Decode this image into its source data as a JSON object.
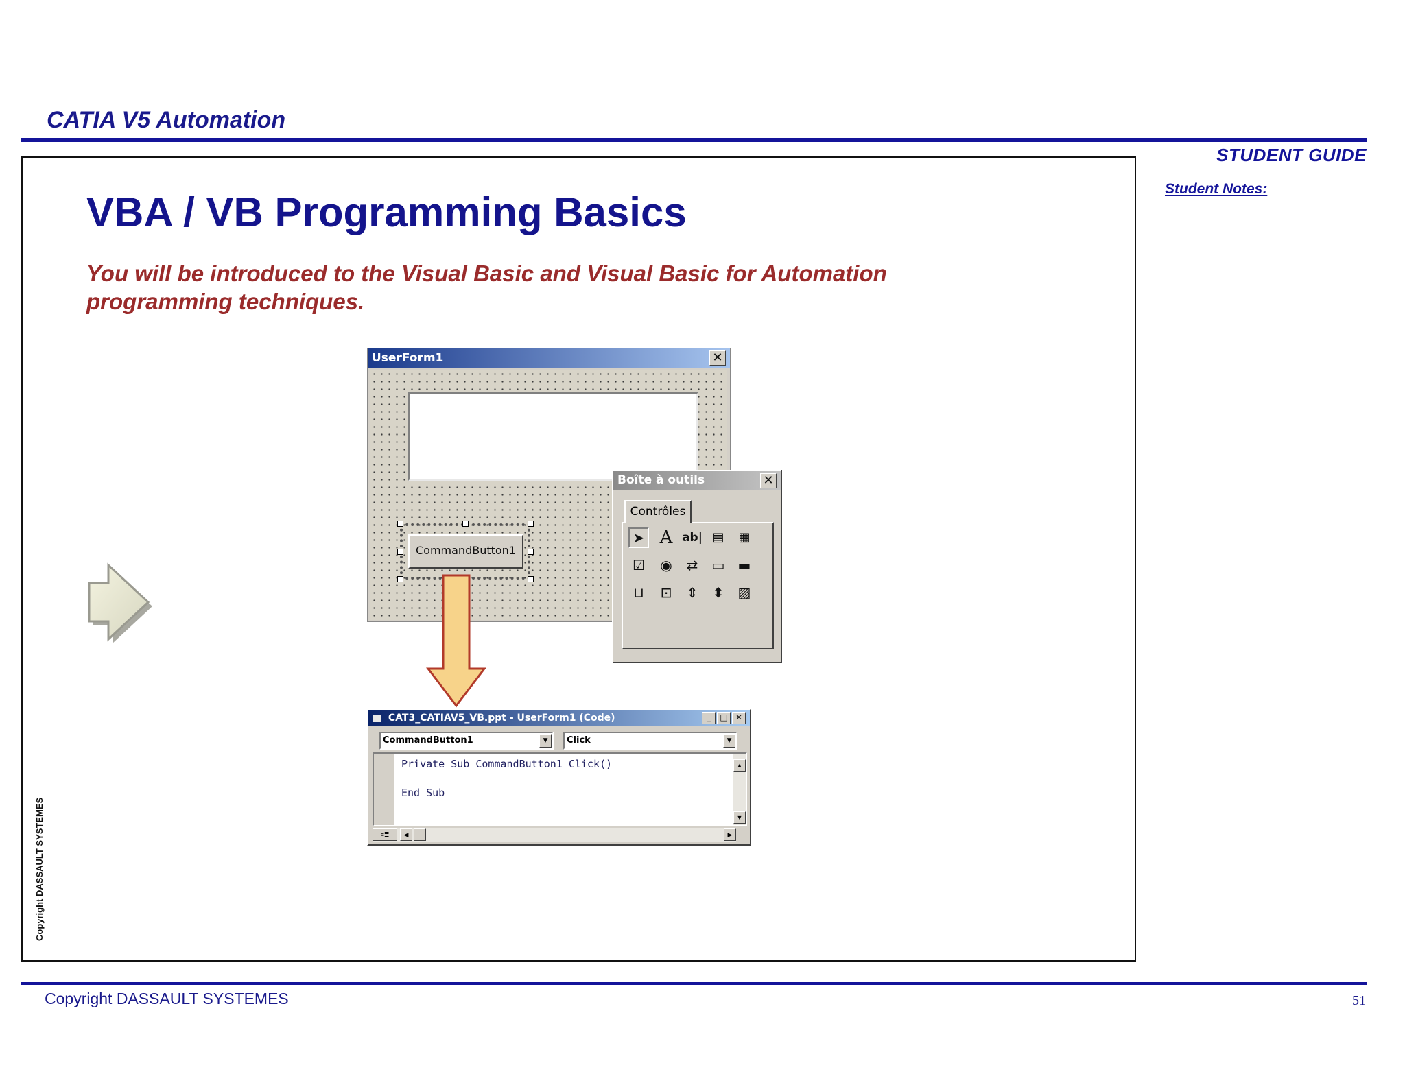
{
  "header": {
    "course_title": "CATIA V5 Automation",
    "student_guide": "STUDENT GUIDE",
    "student_notes": "Student Notes:"
  },
  "slide": {
    "title": "VBA / VB Programming Basics",
    "subtitle": "You will be introduced to the Visual Basic and Visual Basic for Automation programming techniques.",
    "side_copyright": "Copyright DASSAULT SYSTEMES"
  },
  "userform": {
    "title": "UserForm1",
    "button_caption": "CommandButton1"
  },
  "toolbox": {
    "title": "Boîte à outils",
    "tab": "Contrôles",
    "icons": [
      "pointer-icon",
      "label-icon",
      "textbox-icon",
      "combobox-icon",
      "listbox-icon",
      "checkbox-icon",
      "optionbutton-icon",
      "togglebutton-icon",
      "frame-icon",
      "commandbutton-icon",
      "tabstrip-icon",
      "multipage-icon",
      "scrollbar-icon",
      "spinbutton-icon",
      "image-icon"
    ]
  },
  "code_window": {
    "title": "CAT3_CATIAV5_VB.ppt - UserForm1 (Code)",
    "object_combo": "CommandButton1",
    "proc_combo": "Click",
    "line1": "Private Sub CommandButton1_Click()",
    "line2": "End Sub"
  },
  "colors": {
    "navy": "#14149a",
    "subtitle_red": "#9a2b2b",
    "arrow_fill": "#f7d38a",
    "arrow_stroke": "#b23a2a"
  },
  "footer": {
    "copyright": "Copyright DASSAULT SYSTEMES",
    "page_number": "51"
  }
}
